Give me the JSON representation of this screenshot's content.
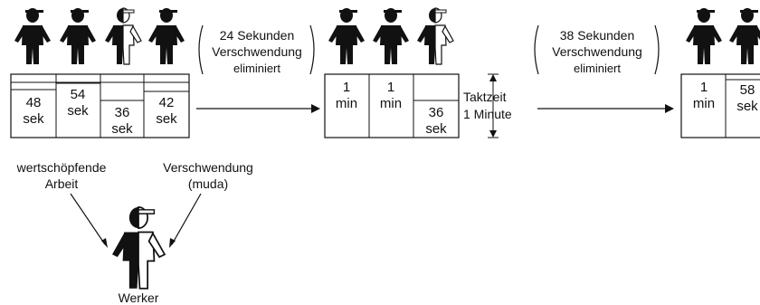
{
  "stages": [
    {
      "workers": [
        "full",
        "full",
        "split",
        "full"
      ],
      "times": [
        {
          "value": "48",
          "unit": "sek"
        },
        {
          "value": "54",
          "unit": "sek"
        },
        {
          "value": "36",
          "unit": "sek"
        },
        {
          "value": "42",
          "unit": "sek"
        }
      ]
    },
    {
      "workers": [
        "full",
        "full",
        "split"
      ],
      "times": [
        {
          "value": "1",
          "unit": "min"
        },
        {
          "value": "1",
          "unit": "min"
        },
        {
          "value": "36",
          "unit": "sek"
        }
      ],
      "takt": {
        "line1": "Taktzeit",
        "line2": "1 Minute"
      }
    },
    {
      "workers": [
        "full",
        "full"
      ],
      "times": [
        {
          "value": "1",
          "unit": "min"
        },
        {
          "value": "58",
          "unit": "sek"
        }
      ]
    }
  ],
  "transitions": [
    {
      "line1": "24 Sekunden",
      "line2": "Verschwendung",
      "line3": "eliminiert"
    },
    {
      "line1": "38 Sekunden",
      "line2": "Verschwendung",
      "line3": "eliminiert"
    }
  ],
  "legend": {
    "value_add": [
      "wertschöpfende",
      "Arbeit"
    ],
    "waste": [
      "Verschwendung",
      "(muda)"
    ],
    "worker": "Werker"
  }
}
